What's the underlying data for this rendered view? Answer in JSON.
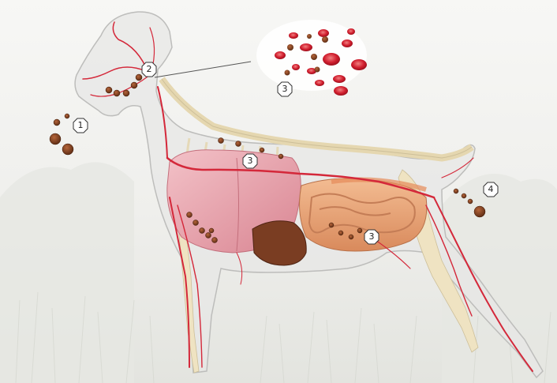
{
  "markers": [
    {
      "id": "marker-1",
      "label": "1"
    },
    {
      "id": "marker-2",
      "label": "2"
    },
    {
      "id": "marker-3-blood",
      "label": "3"
    },
    {
      "id": "marker-3-chest",
      "label": "3"
    },
    {
      "id": "marker-3-intestine",
      "label": "3"
    },
    {
      "id": "marker-4",
      "label": "4"
    }
  ],
  "colors": {
    "vessel": "#d4283a",
    "egg": "#7a3a1c",
    "lung": "#e8a2ad",
    "liver": "#7a3d22",
    "intestine": "#e9a47c",
    "skeleton": "#efe3c2",
    "body_outline": "#c9c9c9"
  }
}
